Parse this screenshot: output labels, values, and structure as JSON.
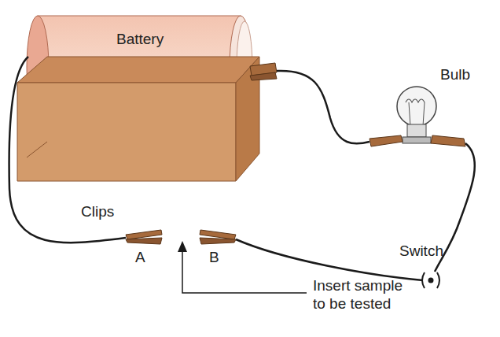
{
  "diagram": {
    "nodes": [
      {
        "text": [
          "Battery"
        ]
      }
    ],
    "labels": [
      "Bulb",
      "Clips",
      "A",
      "B",
      "Switch",
      "Insert sample to be tested"
    ]
  }
}
